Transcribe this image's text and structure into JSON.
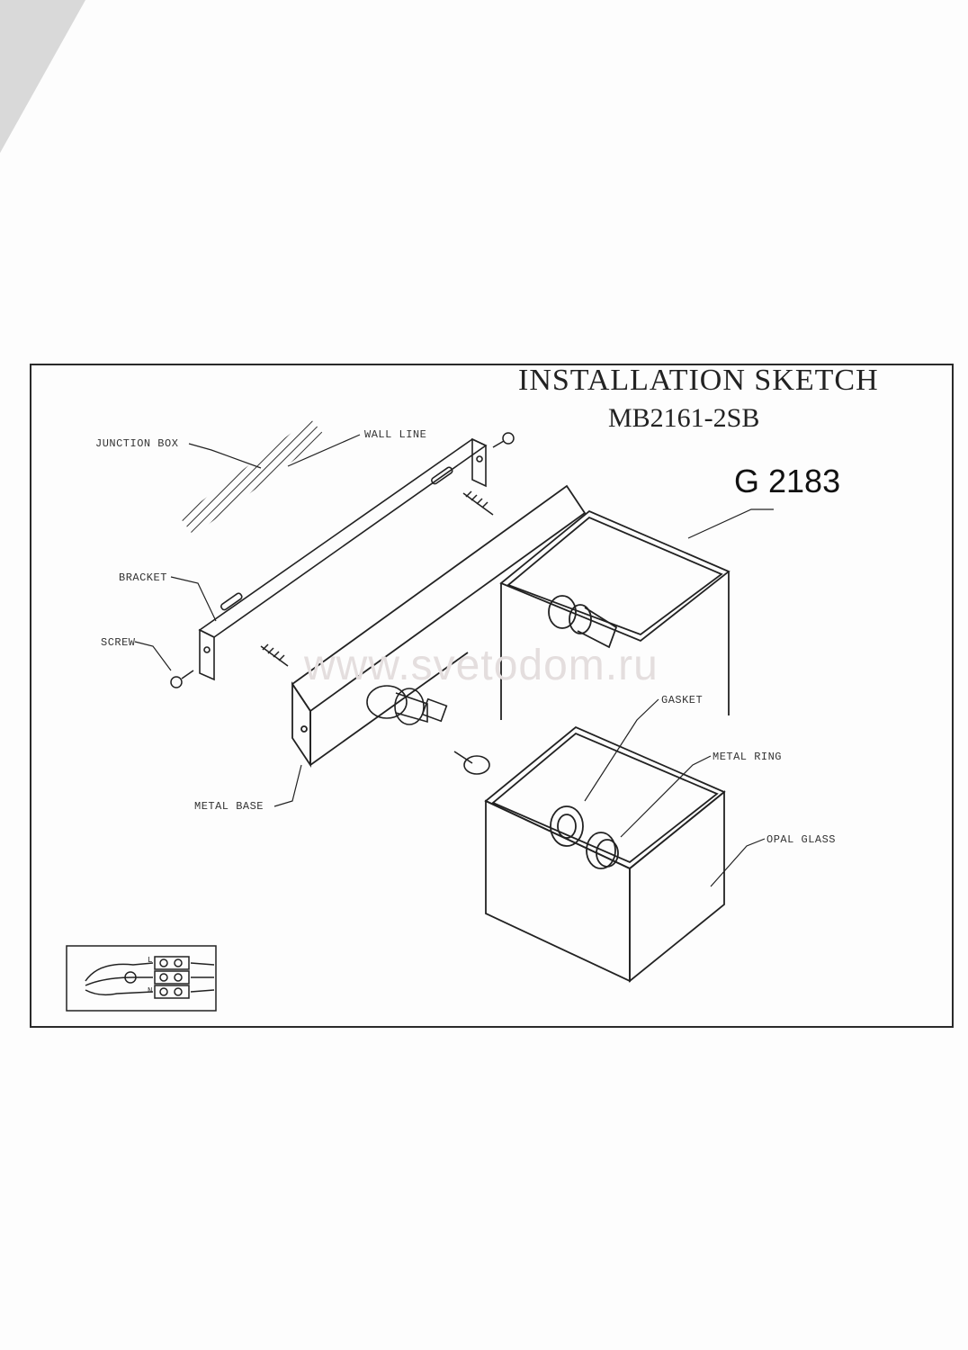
{
  "header": {
    "title": "INSTALLATION  SKETCH",
    "model": "MB2161-2SB",
    "product_code": "G 2183"
  },
  "watermark": "www.svetodom.ru",
  "parts": {
    "junction_box": "JUNCTION BOX",
    "wall_line": "WALL LINE",
    "bracket": "BRACKET",
    "screw": "SCREW",
    "metal_base": "METAL BASE",
    "gasket": "GASKET",
    "metal_ring": "METAL RING",
    "opal_glass": "OPAL GLASS"
  },
  "wiring": {
    "live": "L",
    "neutral": "N"
  }
}
